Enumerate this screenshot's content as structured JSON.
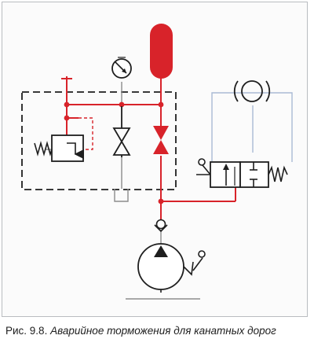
{
  "caption": {
    "label": "Рис. 9.8.",
    "title": "Аварийное торможения для канатных дорог"
  },
  "colors": {
    "hydraulic_active": "#d8232a",
    "hydraulic_active_light": "#e58a8a",
    "line_gray": "#8c8c8c",
    "control_line_blue": "#a9bad4",
    "symbol_dark": "#1e1e1e",
    "accumulator_fill": "#d8232a",
    "frame_border": "#b9bcc0"
  },
  "components": [
    {
      "id": "accumulator",
      "icon": "hydraulic-accumulator-icon"
    },
    {
      "id": "pressure-gauge",
      "icon": "pressure-gauge-icon"
    },
    {
      "id": "relief-valve",
      "icon": "pressure-relief-valve-icon"
    },
    {
      "id": "shutoff-valve-left",
      "icon": "shutoff-valve-icon"
    },
    {
      "id": "shutoff-valve-right",
      "icon": "shutoff-valve-icon"
    },
    {
      "id": "directional-valve",
      "icon": "two-position-directional-valve-icon"
    },
    {
      "id": "brake",
      "icon": "brake-icon"
    },
    {
      "id": "check-valve",
      "icon": "check-valve-icon"
    },
    {
      "id": "hand-pump",
      "icon": "hand-pump-icon"
    }
  ]
}
